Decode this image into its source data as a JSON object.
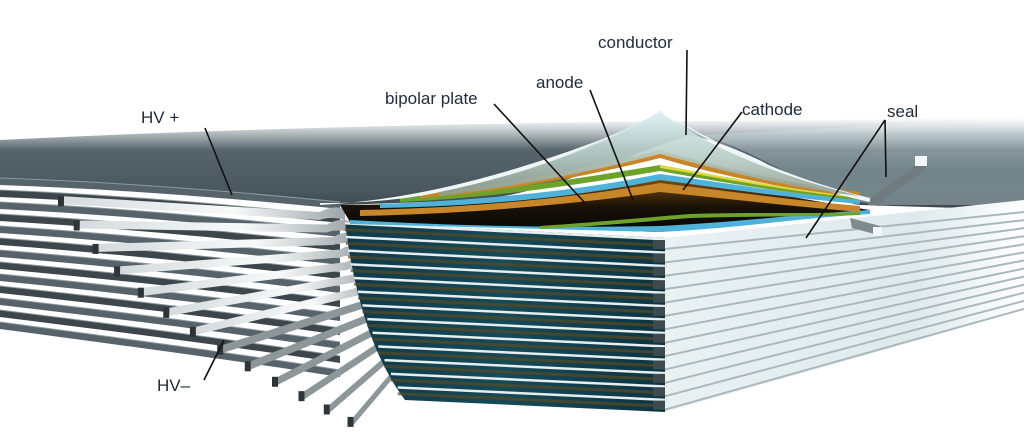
{
  "diagram": {
    "title": "Bipolar battery stack",
    "labels": {
      "hv_plus": "HV +",
      "hv_minus": "HV–",
      "bipolar_plate": "bipolar plate",
      "anode": "anode",
      "conductor": "conductor",
      "cathode": "cathode",
      "seal": "seal"
    },
    "stack": {
      "layer_count": 13,
      "lead_count": 13
    },
    "colors": {
      "plate_top": "#4f5d66",
      "plate_edge": "#e8f0f2",
      "anode": "#c8862a",
      "cathode": "#6fa22a",
      "cathode_highlight": "#e0d93a",
      "separator": "#4fb3d9",
      "conductor": "#cfe3e6",
      "lead_light": "#eef2f3",
      "lead_dark": "#4a5255",
      "seal": "#7e8b8f",
      "text": "#1f2a3a"
    }
  }
}
